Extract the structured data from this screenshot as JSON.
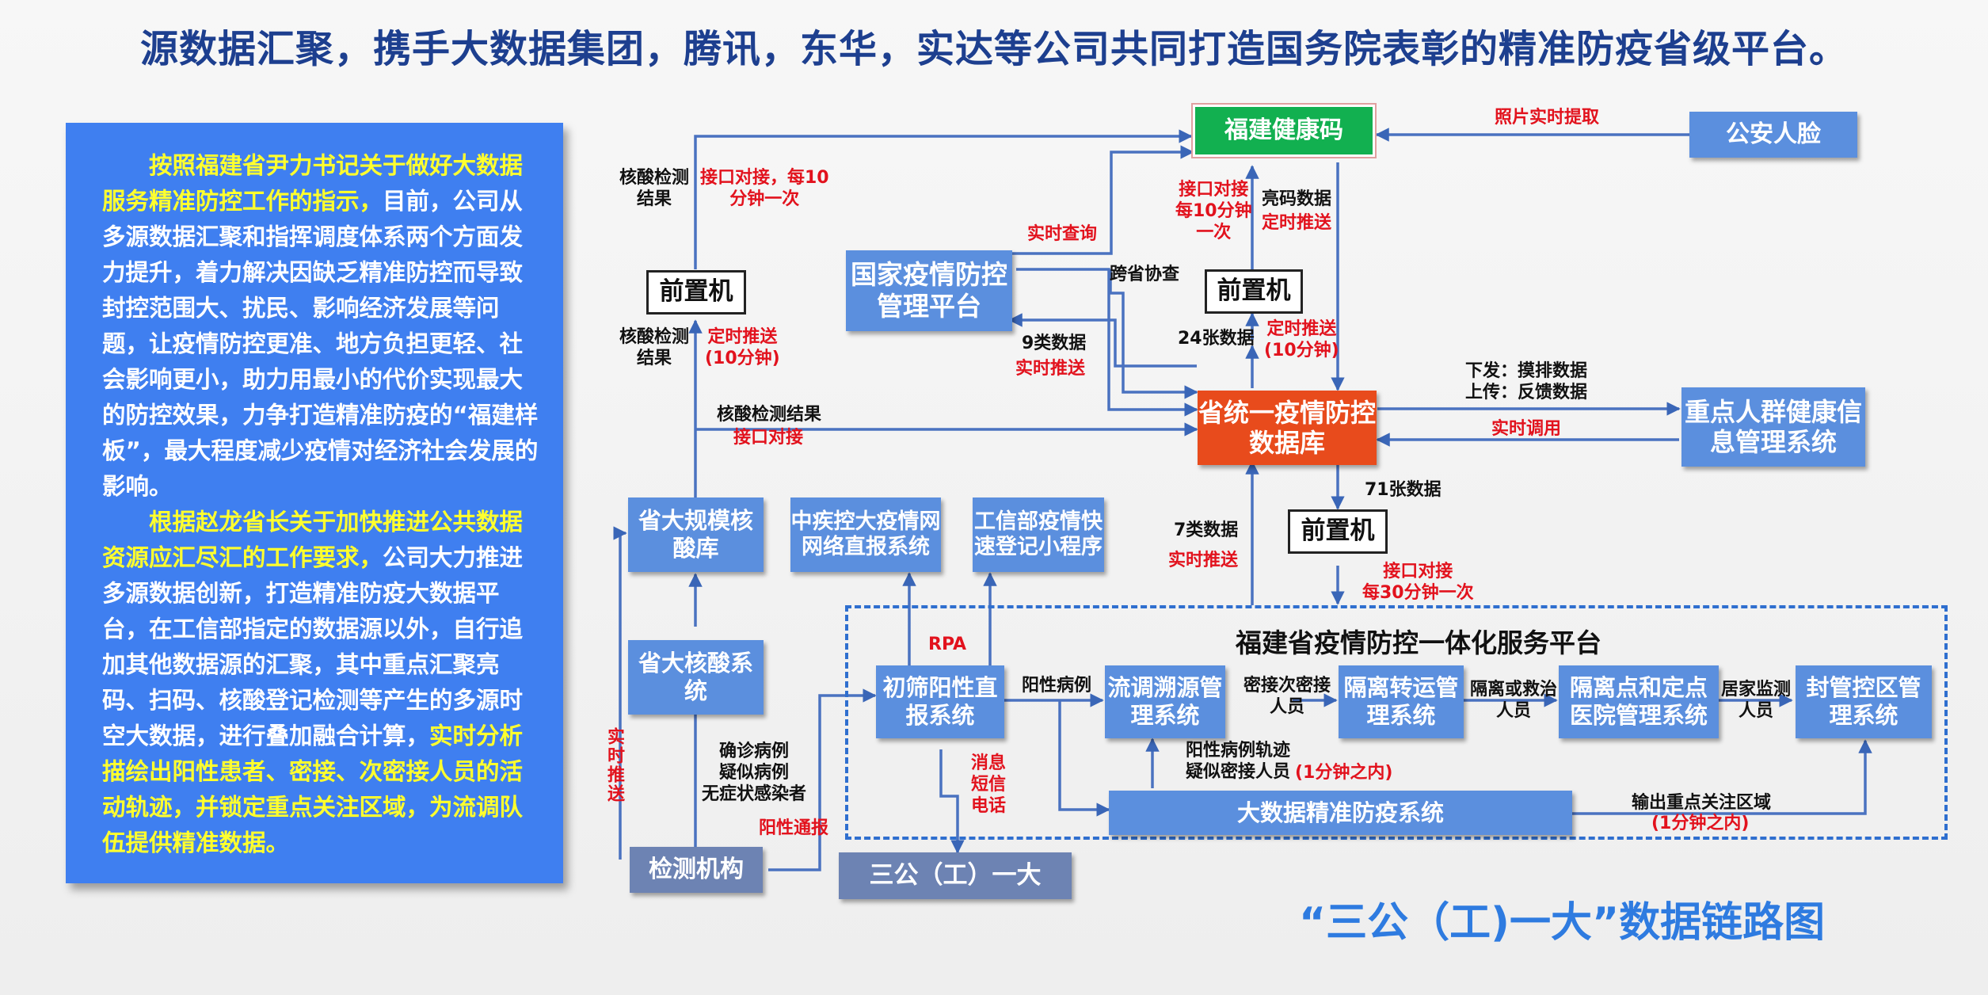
{
  "title": "源数据汇聚，携手大数据集团，腾讯，东华，实达等公司共同打造国务院表彰的精准防疫省级平台。",
  "intro": {
    "p1_highlight": "按照福建省尹力书记关于做好大数据服务精准防控工作的指示，",
    "p1_text": "目前，公司从多源数据汇聚和指挥调度体系两个方面发力提升，着力解决因缺乏精准防控而导致封控范围大、扰民、影响经济发展等问题，让疫情防控更准、地方负担更轻、社会影响更小，助力用最小的代价实现最大的防控效果，力争打造精准防疫的“福建样板”，最大程度减少疫情对经济社会发展的影响。",
    "p2_highlight": "根据赵龙省长关于加快推进公共数据资源应汇尽汇的工作要求，",
    "p2_text": "公司大力推进多源数据创新，打造精准防疫大数据平台，在工信部指定的数据源以外，自行追加其他数据源的汇聚，其中重点汇聚亮码、扫码、核酸登记检测等产生的多源时空大数据，进行叠加融合计算，",
    "p2_highlight2": "实时分析描绘出阳性患者、密接、次密接人员的活动轨迹，并锁定重点关注区域，为流调队伍提供精准数据。"
  },
  "nodes": {
    "jiankangma": "福建健康码",
    "gongan": "公安人脸",
    "guojia": "国家疫情防控管理平台",
    "qianzhi_left": "前置机",
    "qianzhi_mid": "前置机",
    "qianzhi_low": "前置机",
    "shengtongyi": "省统一疫情防控数据库",
    "zhongdian": "重点人群健康信息管理系统",
    "dagui": "省大规模核酸库",
    "hesuanxi": "省大核酸系统",
    "zhongjikong": "中疾控大疫情网网络直报系统",
    "gongxinbu": "工信部疫情快速登记小程序",
    "chushai": "初筛阳性直报系统",
    "liudiao": "流调溯源管理系统",
    "geli": "隔离转运管理系统",
    "gelidian": "隔离点和定点医院管理系统",
    "fengguan": "封管控区管理系统",
    "dashuju": "大数据精准防疫系统",
    "jiance": "检测机构",
    "sangong": "三公（工）一大"
  },
  "platform_title": "福建省疫情防控一体化服务平台",
  "legend": "“三公（工)一大”数据链路图",
  "labels": {
    "zhaopian": "照片实时提取",
    "hesuan_result_1": "核酸检测\n结果",
    "jiekou_10": "接口对接，每10\n分钟一次",
    "shishi_chaxun": "实时查询",
    "jiekou_mid": "接口对接\n每10分钟\n一次",
    "liangma": "亮码数据\n定时推送",
    "liangma_k": "亮码数据",
    "liangma_r": "定时推送",
    "kuasheng": "跨省协查",
    "hesuan_result_2": "核酸检测\n结果",
    "dingshi_left": "定时推送\n(10分钟)",
    "shuju9_k": "9类数据",
    "shuju9_r": "实时推送",
    "shuju24": "24张数据",
    "dingshi_mid": "定时推送\n(10分钟)",
    "xiafa": "下发：摸排数据\n上传：反馈数据",
    "hesuan_result_3": "核酸检测结果",
    "jiekou_duijie": "接口对接",
    "shishi_diaoyong": "实时调用",
    "shuju71": "71张数据",
    "shuju7_k": "7类数据",
    "shuju7_r": "实时推送",
    "jiekou_30": "接口对接\n每30分钟一次",
    "rpa": "RPA",
    "yangxing_bingli": "阳性病例",
    "mijie": "密接次密接\n人员",
    "gelihuo": "隔离或救治\n人员",
    "jujia": "居家监测\n人员",
    "shishi_tuisong_v": "实时推送",
    "quezhen": "确诊病例\n疑似病例\n无症状感染者",
    "yangxing_tongbao": "阳性通报",
    "xiaoxi": "消息\n短信\n电话",
    "guiji_k": "阳性病例轨迹\n疑似密接人员",
    "guiji_r": "(1分钟之内)",
    "shuchu_k": "输出重点关注区域",
    "shuchu_r": "(1分钟之内)"
  }
}
